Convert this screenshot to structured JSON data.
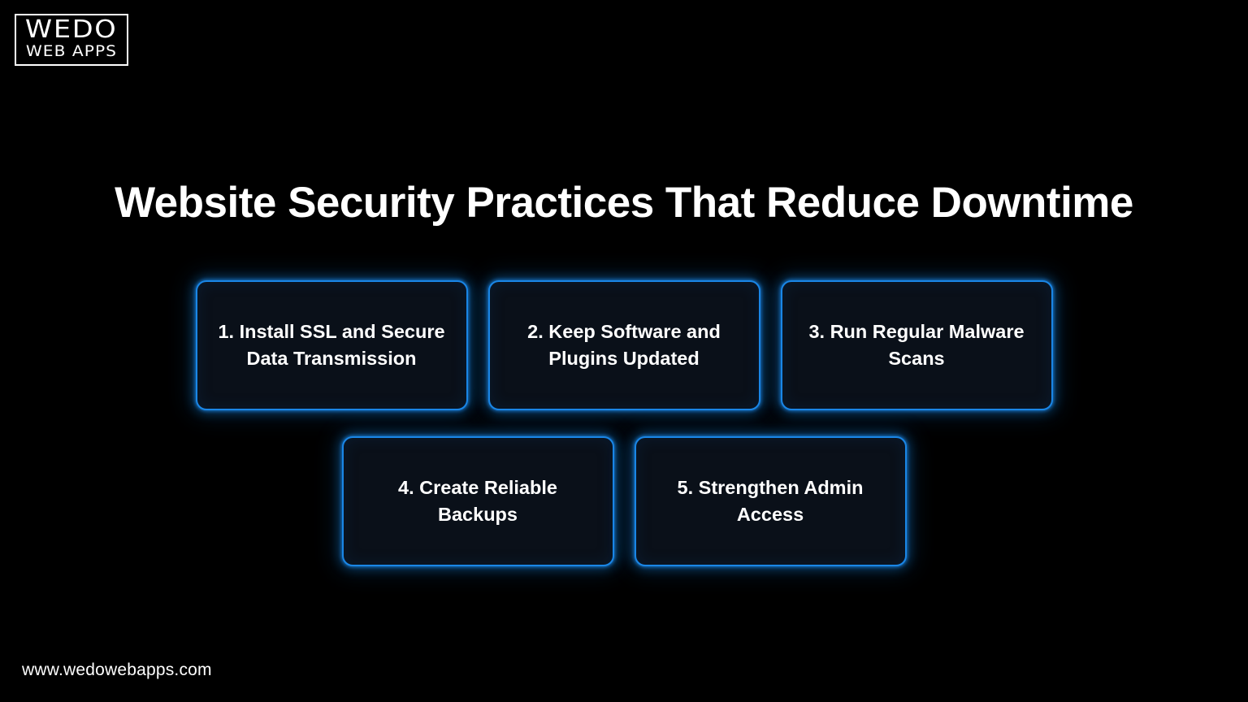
{
  "brand": {
    "logo_line1": "WEDO",
    "logo_line2": "WEB APPS"
  },
  "header": {
    "title": "Website Security Practices That Reduce Downtime"
  },
  "colors": {
    "background": "#000000",
    "card_fill": "#0a1019",
    "card_border": "#1a86e6",
    "text": "#ffffff"
  },
  "cards": {
    "rows": [
      [
        {
          "label": "1. Install SSL and Secure Data Transmission"
        },
        {
          "label": "2. Keep Software and Plugins Updated"
        },
        {
          "label": "3. Run Regular Malware Scans"
        }
      ],
      [
        {
          "label": "4. Create Reliable Backups"
        },
        {
          "label": "5. Strengthen Admin Access"
        }
      ]
    ]
  },
  "footer": {
    "url": "www.wedowebapps.com"
  }
}
